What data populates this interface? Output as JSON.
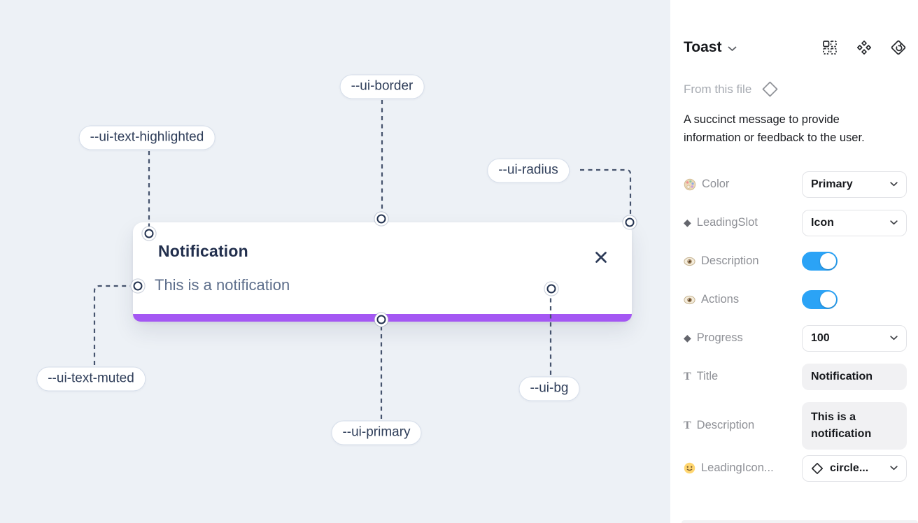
{
  "colors": {
    "canvas_bg": "#edf1f6",
    "primary": "#a457f3",
    "toggle_on": "#2ba3f6"
  },
  "canvas": {
    "toast": {
      "title": "Notification",
      "description": "This is a notification"
    },
    "labels": [
      {
        "id": "text-highlighted",
        "text": "--ui-text-highlighted"
      },
      {
        "id": "border",
        "text": "--ui-border"
      },
      {
        "id": "radius",
        "text": "--ui-radius"
      },
      {
        "id": "text-muted",
        "text": "--ui-text-muted"
      },
      {
        "id": "primary",
        "text": "--ui-primary"
      },
      {
        "id": "bg",
        "text": "--ui-bg"
      }
    ]
  },
  "panel": {
    "title": "Toast",
    "source_label": "From this file",
    "description": "A succinct message to provide information or feedback to the user.",
    "rows": [
      {
        "icon": "palette-icon",
        "label": "Color",
        "control": "dropdown",
        "value": "Primary"
      },
      {
        "icon": "diamond-icon",
        "label": "LeadingSlot",
        "control": "dropdown",
        "value": "Icon"
      },
      {
        "icon": "eye-icon",
        "label": "Description",
        "control": "toggle",
        "value": "on"
      },
      {
        "icon": "eye-icon",
        "label": "Actions",
        "control": "toggle",
        "value": "on"
      },
      {
        "icon": "diamond-icon",
        "label": "Progress",
        "control": "dropdown",
        "value": "100"
      },
      {
        "icon": "text-icon",
        "label": "Title",
        "control": "text-field",
        "value": "Notification"
      },
      {
        "icon": "text-icon",
        "label": "Description",
        "control": "text-field",
        "value": "This is a notification"
      },
      {
        "icon": "smiley-icon",
        "label": "LeadingIcon...",
        "control": "icon-dropdown",
        "value": "circle..."
      }
    ]
  }
}
